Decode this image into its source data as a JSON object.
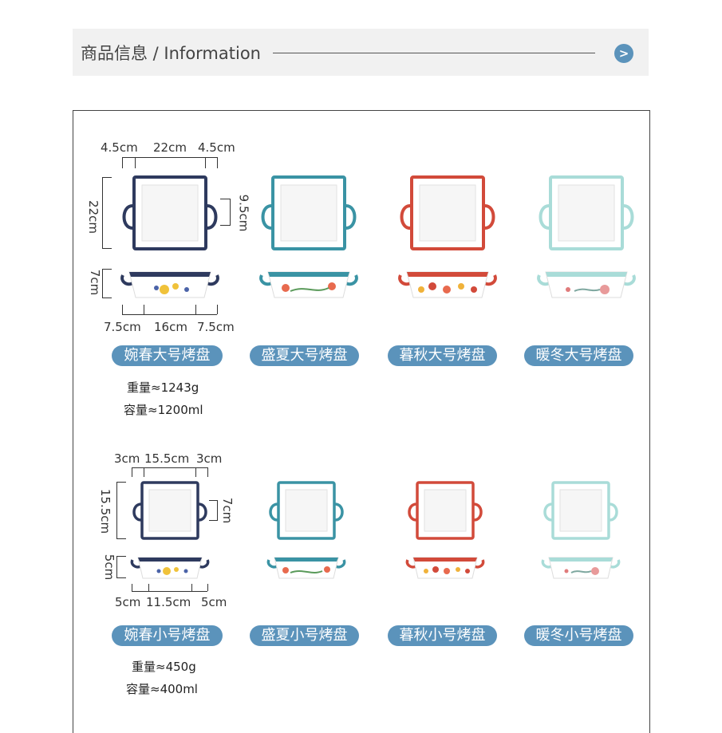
{
  "header": {
    "title": "商品信息 / Information",
    "next_label": ">"
  },
  "large": {
    "dims_top": [
      "4.5cm",
      "22cm",
      "4.5cm"
    ],
    "dim_height": "22cm",
    "dim_handle": "9.5cm",
    "dim_depth": "7cm",
    "dims_bottom": [
      "7.5cm",
      "16cm",
      "7.5cm"
    ],
    "products": [
      {
        "name": "婉春大号烤盘",
        "color": "#2e3a5e"
      },
      {
        "name": "盛夏大号烤盘",
        "color": "#3a93a4"
      },
      {
        "name": "暮秋大号烤盘",
        "color": "#d24a3a"
      },
      {
        "name": "暖冬大号烤盘",
        "color": "#a9dcd8"
      }
    ],
    "weight": "重量≈1243g",
    "capacity": "容量≈1200ml"
  },
  "small": {
    "dims_top": [
      "3cm",
      "15.5cm",
      "3cm"
    ],
    "dim_height": "15.5cm",
    "dim_handle": "7cm",
    "dim_depth": "5cm",
    "dims_bottom": [
      "5cm",
      "11.5cm",
      "5cm"
    ],
    "products": [
      {
        "name": "婉春小号烤盘",
        "color": "#2e3a5e"
      },
      {
        "name": "盛夏小号烤盘",
        "color": "#3a93a4"
      },
      {
        "name": "暮秋小号烤盘",
        "color": "#d24a3a"
      },
      {
        "name": "暖冬小号烤盘",
        "color": "#a9dcd8"
      }
    ],
    "weight": "重量≈450g",
    "capacity": "容量≈400ml"
  }
}
